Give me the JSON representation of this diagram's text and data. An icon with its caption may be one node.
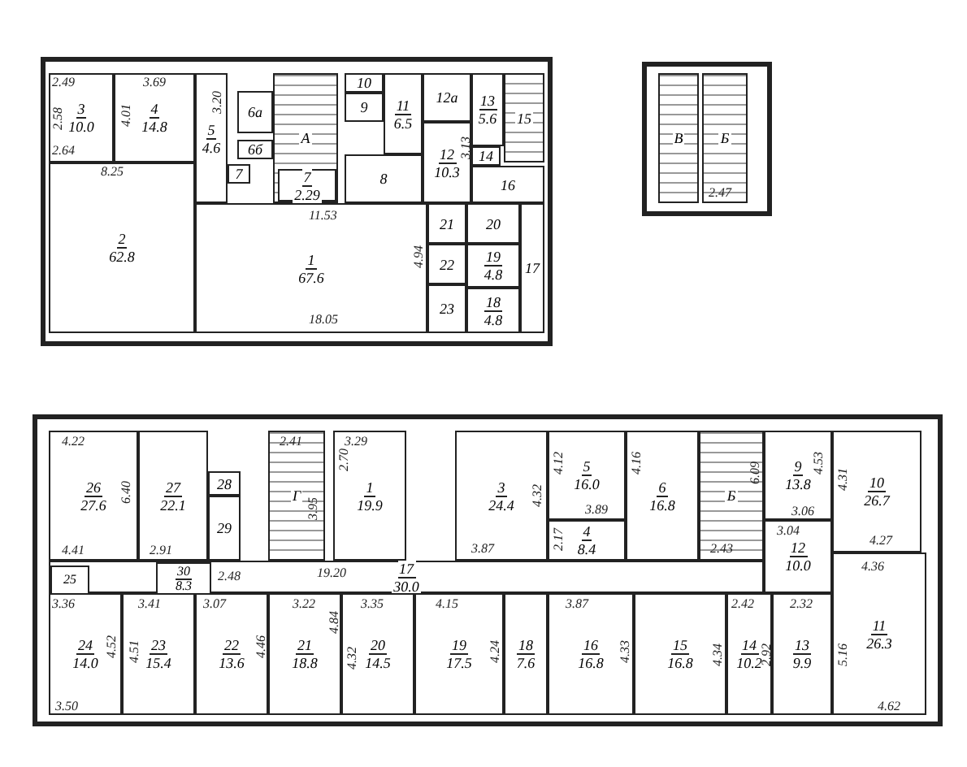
{
  "diagram": {
    "nodes": [
      {
        "text": [
          "3",
          "10.0"
        ]
      },
      {
        "text": [
          "4",
          "14.8"
        ]
      },
      {
        "text": [
          "5",
          "4.6"
        ]
      },
      {
        "text": [
          "6а"
        ]
      },
      {
        "text": [
          "6б"
        ]
      },
      {
        "text": [
          "7"
        ]
      },
      {
        "text": [
          "А"
        ]
      },
      {
        "text": [
          "7",
          "2.29"
        ],
        "in": 6
      },
      {
        "text": [
          "10"
        ]
      },
      {
        "text": [
          "9"
        ]
      },
      {
        "text": [
          "11",
          "6.5"
        ]
      },
      {
        "text": [
          "8"
        ]
      },
      {
        "text": [
          "12а"
        ]
      },
      {
        "text": [
          "12",
          "10.3"
        ]
      },
      {
        "text": [
          "13",
          "5.6"
        ]
      },
      {
        "text": [
          "15"
        ]
      },
      {
        "text": [
          "14"
        ]
      },
      {
        "text": [
          "16"
        ]
      },
      {
        "text": [
          "2",
          "62.8"
        ]
      },
      {
        "text": [
          "1",
          "67.6"
        ]
      },
      {
        "text": [
          "21"
        ]
      },
      {
        "text": [
          "22"
        ]
      },
      {
        "text": [
          "23"
        ]
      },
      {
        "text": [
          "20"
        ]
      },
      {
        "text": [
          "19",
          "4.8"
        ]
      },
      {
        "text": [
          "18",
          "4.8"
        ]
      },
      {
        "text": [
          "17"
        ]
      },
      {
        "text": [
          "В"
        ]
      },
      {
        "text": [
          "Б"
        ]
      },
      {
        "text": [
          "26",
          "27.6"
        ]
      },
      {
        "text": [
          "27",
          "22.1"
        ]
      },
      {
        "text": [
          "28"
        ]
      },
      {
        "text": [
          "29"
        ]
      },
      {
        "text": [
          "Г"
        ]
      },
      {
        "text": [
          "1",
          "19.9"
        ]
      },
      {
        "text": [
          "3",
          "24.4"
        ]
      },
      {
        "text": [
          "5",
          "16.0"
        ]
      },
      {
        "text": [
          "4",
          "8.4"
        ]
      },
      {
        "text": [
          "6",
          "16.8"
        ]
      },
      {
        "text": [
          "Б"
        ]
      },
      {
        "text": [
          "9",
          "13.8"
        ]
      },
      {
        "text": [
          "10",
          "26.7"
        ]
      },
      {
        "text": [
          "12",
          "10.0"
        ]
      },
      {
        "text": [
          "17",
          "30.0"
        ]
      },
      {
        "text": [
          "25"
        ],
        "in": 43
      },
      {
        "text": [
          "30",
          "8.3"
        ],
        "in": 43
      },
      {
        "text": [
          "24",
          "14.0"
        ]
      },
      {
        "text": [
          "23",
          "15.4"
        ]
      },
      {
        "text": [
          "22",
          "13.6"
        ]
      },
      {
        "text": [
          "21",
          "18.8"
        ]
      },
      {
        "text": [
          "20",
          "14.5"
        ]
      },
      {
        "text": [
          "19",
          "17.5"
        ]
      },
      {
        "text": [
          "18",
          "7.6"
        ]
      },
      {
        "text": [
          "16",
          "16.8"
        ]
      },
      {
        "text": [
          "15",
          "16.8"
        ]
      },
      {
        "text": [
          "14",
          "10.2"
        ]
      },
      {
        "text": [
          "13",
          "9.9"
        ]
      },
      {
        "text": [
          "11",
          "26.3"
        ]
      }
    ],
    "labels": [
      "2.49",
      "3.69",
      "2.58",
      "4.01",
      "3.20",
      "2.64",
      "8.25",
      "11.53",
      "3.13",
      "4.94",
      "18.05",
      "2.47",
      "4.22",
      "6.40",
      "4.41",
      "2.91",
      "2.41",
      "3.95",
      "3.29",
      "2.70",
      "4.32",
      "3.87",
      "4.12",
      "3.89",
      "2.17",
      "4.16",
      "2.43",
      "6.09",
      "4.53",
      "3.06",
      "4.31",
      "3.04",
      "4.27",
      "4.36",
      "2.48",
      "19.20",
      "3.36",
      "4.52",
      "3.50",
      "3.41",
      "4.51",
      "3.07",
      "4.46",
      "3.22",
      "4.84",
      "3.35",
      "4.32",
      "4.15",
      "4.24",
      "3.87",
      "4.33",
      "4.34",
      "2.42",
      "2.92",
      "2.32",
      "5.16",
      "4.62"
    ]
  }
}
